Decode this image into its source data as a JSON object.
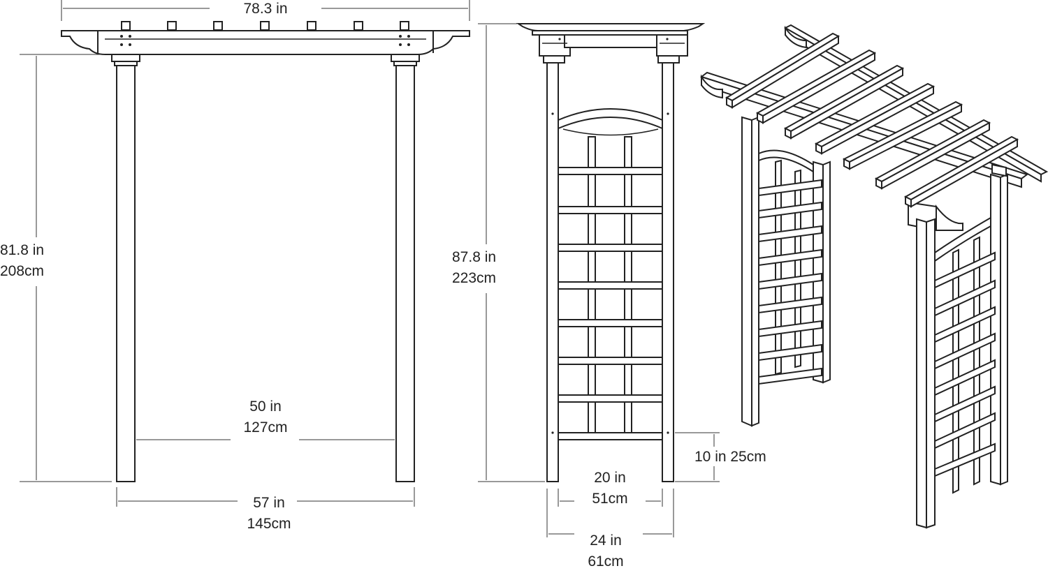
{
  "dimensions": {
    "overall_width": {
      "line1": "78.3 in"
    },
    "post_height": {
      "line1": "81.8 in",
      "line2": "208cm"
    },
    "inner_width": {
      "line1": "50 in",
      "line2": "127cm"
    },
    "outer_width": {
      "line1": "57 in",
      "line2": "145cm"
    },
    "total_height": {
      "line1": "87.8 in",
      "line2": "223cm"
    },
    "base_clearance": {
      "line1": "10 in 25cm"
    },
    "side_inner_depth": {
      "line1": "20 in",
      "line2": "51cm"
    },
    "side_outer_depth": {
      "line1": "24 in",
      "line2": "61cm"
    }
  },
  "colors": {
    "ink": "#222222",
    "background": "#ffffff"
  }
}
